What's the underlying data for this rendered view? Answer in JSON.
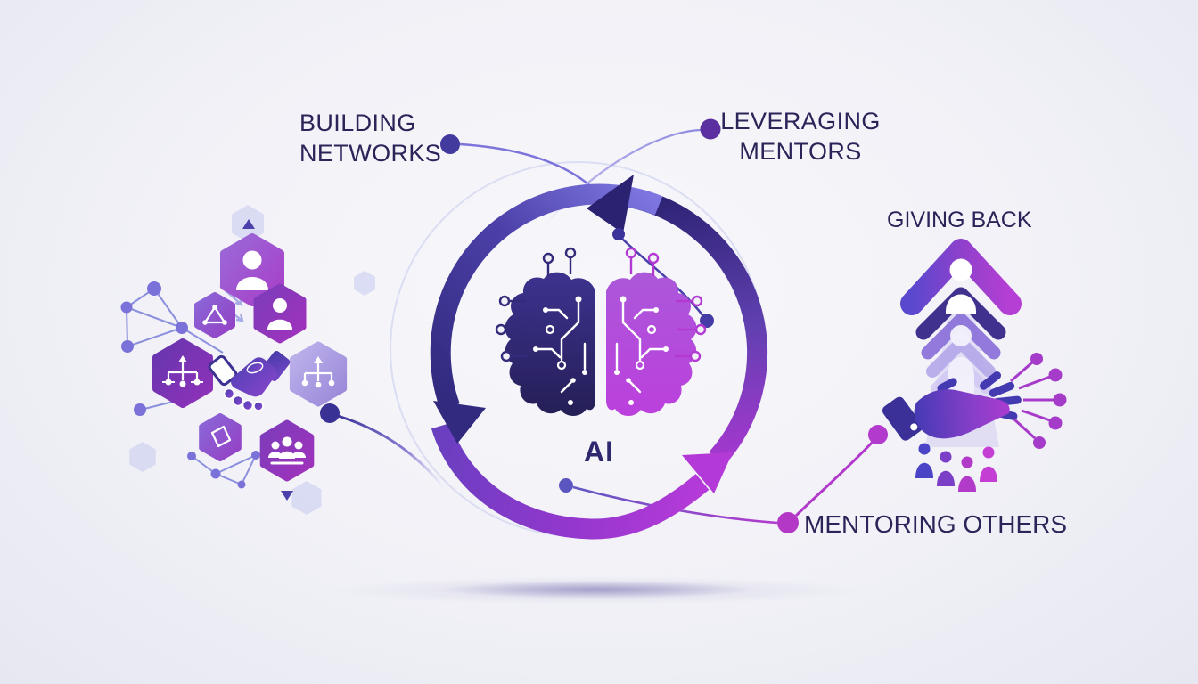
{
  "diagram": {
    "type": "ai-mentorship-cycle-infographic",
    "center_label": "AI",
    "labels": {
      "building_networks": {
        "line1": "BUILDING",
        "line2": "NETWORKS"
      },
      "leveraging_mentors": {
        "line1": "LEVERAGING",
        "line2": "MENTORS"
      },
      "giving_back": {
        "text": "GIVING BACK"
      },
      "mentoring_others": {
        "text": "MENTORING OTHERS"
      }
    },
    "icons": [
      "brain-circuit-icon",
      "handshake-icon",
      "person-hexagon-icon",
      "triangle-network-icon",
      "org-hierarchy-icon",
      "cube-icon",
      "people-group-icon",
      "network-graph-icon",
      "growth-arrow-house-icon",
      "mentee-figure-icon",
      "supporting-hand-icon",
      "radiating-network-icon",
      "community-people-icon",
      "cycle-arrows-icon"
    ],
    "palette": {
      "dark_indigo": "#2b2272",
      "slate_blue": "#5b50c0",
      "purple": "#7c3ec6",
      "magenta": "#b836d6",
      "light_lavender": "#c9c4ee",
      "text": "#2b2458",
      "background": "#f1f1f7"
    }
  }
}
